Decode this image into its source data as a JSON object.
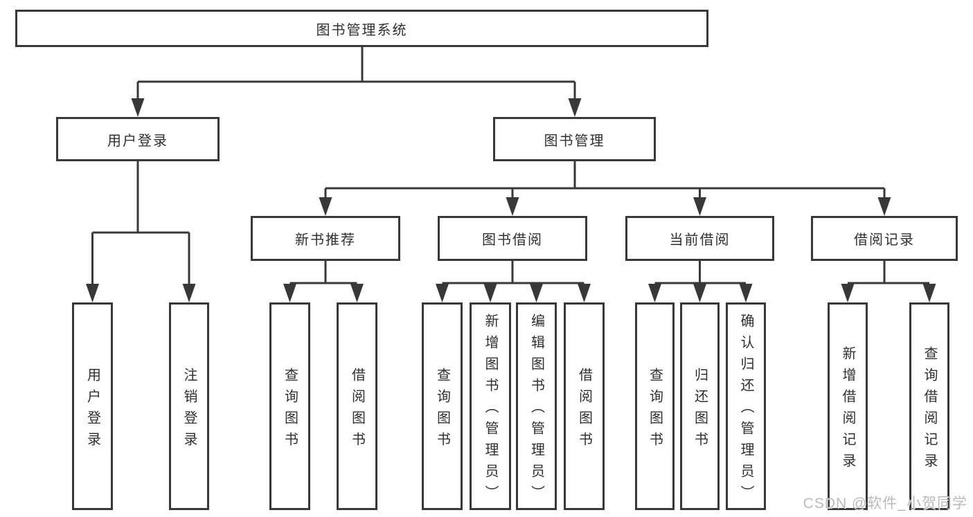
{
  "tree": {
    "root": {
      "label": "图书管理系统"
    },
    "branches": [
      {
        "label": "用户登录",
        "children": [
          {
            "label": "用户登录"
          },
          {
            "label": "注销登录"
          }
        ]
      },
      {
        "label": "图书管理",
        "children": [
          {
            "label": "新书推荐",
            "children": [
              {
                "label": "查询图书"
              },
              {
                "label": "借阅图书"
              }
            ]
          },
          {
            "label": "图书借阅",
            "children": [
              {
                "label": "查询图书"
              },
              {
                "label": "新增图书（管理员）"
              },
              {
                "label": "编辑图书（管理员）"
              },
              {
                "label": "借阅图书"
              }
            ]
          },
          {
            "label": "当前借阅",
            "children": [
              {
                "label": "查询图书"
              },
              {
                "label": "归还图书"
              },
              {
                "label": "确认归还（管理员）"
              }
            ]
          },
          {
            "label": "借阅记录",
            "children": [
              {
                "label": "新增借阅记录"
              },
              {
                "label": "查询借阅记录"
              }
            ]
          }
        ]
      }
    ]
  },
  "colors": {
    "line": "#383838",
    "text": "#2f2f2f",
    "watermark": "#b2b2b2",
    "background": "#ffffff"
  },
  "watermark": {
    "text": "CSDN @软件_小贺同学"
  }
}
